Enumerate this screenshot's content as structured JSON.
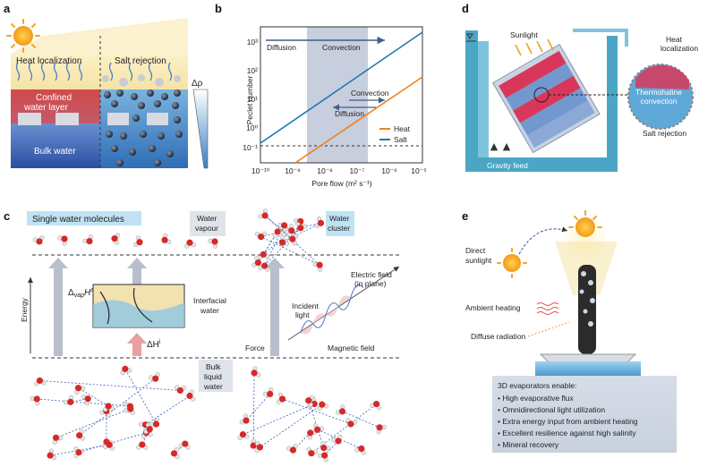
{
  "panel_labels": {
    "a": "a",
    "b": "b",
    "c": "c",
    "d": "d",
    "e": "e"
  },
  "panel_a": {
    "heat_localization": "Heat localization",
    "salt_rejection": "Salt rejection",
    "confined_line1": "Confined",
    "confined_line2": "water layer",
    "bulk_water": "Bulk water",
    "delta_rho": "Δρ"
  },
  "panel_b": {
    "ylabel": "Peclet number",
    "xlabel": "Pore flow (m² s⁻¹)",
    "diffusion_top": "Diffusion",
    "convection_top": "Convection",
    "convection_mid": "Convection",
    "diffusion_mid": "Diffusion",
    "legend_heat": "Heat",
    "legend_salt": "Salt",
    "yticks": [
      "10³",
      "10²",
      "10¹",
      "10⁰",
      "10⁻¹"
    ],
    "xticks": [
      "10⁻¹⁰",
      "10⁻⁹",
      "10⁻⁸",
      "10⁻⁷",
      "10⁻⁶",
      "10⁻⁵"
    ],
    "colors": {
      "heat": "#f07f1e",
      "salt": "#1f77b4",
      "band": "#c7cede"
    }
  },
  "panel_c": {
    "single_water": "Single water molecules",
    "water_vapour_1": "Water",
    "water_vapour_2": "vapour",
    "water_cluster_1": "Water",
    "water_cluster_2": "cluster",
    "energy": "Energy",
    "dh_aw": "Δ",
    "dh_aw_sub": "vap",
    "dh_aw_h": "H",
    "dh_aw_sup": "aw",
    "dh_iw_sup": "iw",
    "dh_i": "ΔH",
    "dh_i_sup": "i",
    "interfacial_1": "Interfacial",
    "interfacial_2": "water",
    "bulk_1": "Bulk",
    "bulk_2": "liquid",
    "bulk_3": "water",
    "electric_1": "Electric field",
    "electric_2": "(in plane)",
    "incident_1": "Incident",
    "incident_2": "light",
    "force": "Force",
    "magnetic": "Magnetic field"
  },
  "panel_d": {
    "sunlight": "Sunlight",
    "heat_loc_1": "Heat",
    "heat_loc_2": "localization",
    "thermo_1": "Thermohaline",
    "thermo_2": "convection",
    "salt_rejection": "Salt rejection",
    "gravity_feed": "Gravity feed"
  },
  "panel_e": {
    "direct_1": "Direct",
    "direct_2": "sunlight",
    "ambient": "Ambient heating",
    "diffuse": "Diffuse radiation",
    "box_title": "3D evaporators enable:",
    "items": [
      "• High evaporative flux",
      "• Omnidirectional light utilization",
      "• Extra energy input from ambient heating",
      "• Excellent resilience against high salinity",
      "• Mineral recovery"
    ]
  }
}
